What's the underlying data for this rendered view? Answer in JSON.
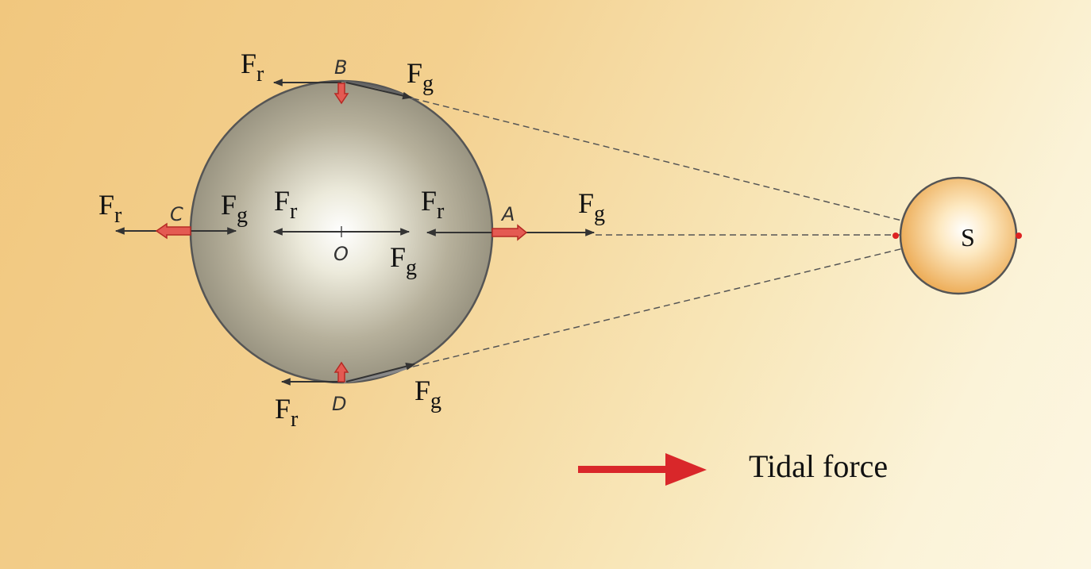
{
  "diagram": {
    "planet": {
      "center_label": "O",
      "points": {
        "A": "A",
        "B": "B",
        "C": "C",
        "D": "D"
      }
    },
    "moon": {
      "label": "S"
    },
    "forces": {
      "fr_base": "F",
      "fr_sub": "r",
      "fg_base": "F",
      "fg_sub": "g"
    },
    "legend": {
      "text": "Tidal force"
    },
    "colors": {
      "tidal_arrow": "#d9272a",
      "tidal_arrow_fill": "#e45a52",
      "force_arrow": "#333333",
      "planet_edge": "#555555",
      "moon_fill": "#eba64c"
    }
  }
}
